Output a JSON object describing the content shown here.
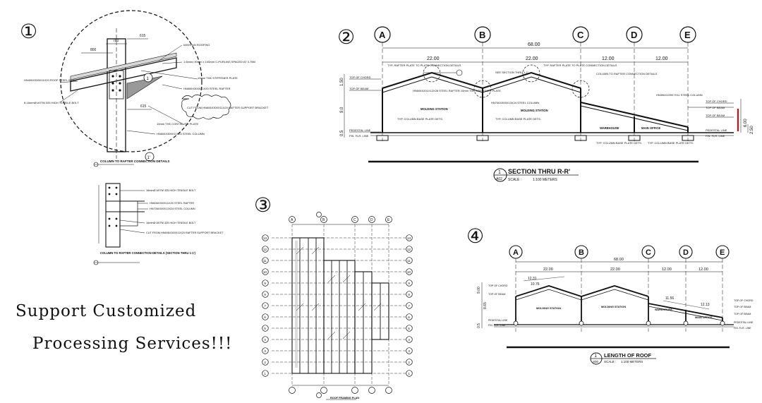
{
  "panel_numbers": {
    "p1": "①",
    "p2": "②",
    "p3": "③",
    "p4": "④"
  },
  "promo": {
    "line1": "Support Customized",
    "line2": "Processing Services!!!"
  },
  "detail1": {
    "dim_615_top": "615",
    "dim_800": "800",
    "dim_780": "780",
    "dim_615_bot": "615",
    "bubble_1": "1",
    "bubble_1p": "1'",
    "labels": {
      "roofing": "k/INSPAN ROOFING",
      "purlin": "1.6mmx 90mm x 100mm C-PURLINS SPACED AT 0.75M",
      "stiffener": "10mm THK STIFFENER PLATE",
      "rafter": "HN606X300X11X20 STEEL RAFTER",
      "rafter_left": "HN406X300X11X20 ROOF STEEL BEAM",
      "bolt_left": "8-16mmØ ASTM 325 HIGH TENSILE BOLT",
      "cloud": "CUT FROM HN606X300X11X20 RAFTER SUPPORT BRACKET",
      "cont_plate": "10mm THK CONTINUITY PLATE",
      "column": "HN606X300X11X24 STEEL COLUMN"
    },
    "title": "COLUMN TO RAFTER CONNECTION DETAILS"
  },
  "detail2": {
    "labels": {
      "bolt1": "16mmØ ASTM 325 HIGH TENSILE BOLT",
      "rafter": "HN606X300X11X20 STEEL RAFTER",
      "column": "HN706X300X13X24 STEEL COLUMN",
      "bolt2": "16mmØ ASTM 325 HIGH TENSILE BOLT",
      "bracket": "CUT FROM HN606X300X11X20 RAFTER SUPPORT BRACKET"
    },
    "title": "COLUMN TO RAFTER CONNECTION DETAILS (SECTION THRU 1-1')"
  },
  "section": {
    "grid": [
      "A",
      "B",
      "C",
      "D",
      "E"
    ],
    "total": "68.00",
    "spans": [
      "22.00",
      "22.00",
      "12.00",
      "12.00"
    ],
    "heights": [
      "1.50",
      "9.0",
      "0.5"
    ],
    "right_heights": [
      "6.00",
      "2.50"
    ],
    "rooms": [
      "MOLDING STATION",
      "MOLDING STATION",
      "WAREHOUSE",
      "MAIN OFFICE"
    ],
    "levels_left": [
      "TOP OF CHORD",
      "TOP OF BEAM",
      "PEDESTAL LINE",
      "FIN. FLR. LINE"
    ],
    "levels_right": [
      "TOP OF CHORD",
      "TOP OF BEAM",
      "TOP OF BEAM",
      "PEDESTAL LINE",
      "FIN. FLR. LINE"
    ],
    "notes": {
      "rafter_plate_1": "TYP. RAFTER PLATE TO PLATE CONNECTION DETAILS",
      "rafter_beam": "HN606X201X12X28 STEEL RAFTER 10mm THK STIFFENER PLATE",
      "see_section": "SEE SECTION THRU 1-1'",
      "steel_col": "HN706X300X13X24 STEEL COLUMN",
      "rafter_plate_2": "TYP. RAFTER PLATE TO PLATE CONNECTION DETAILS",
      "col_rafter": "COLUMN TO RAFTER CONNECTION DETAILS",
      "col_c": "HN396X199X7X11 STEEL COLUMN",
      "base_1": "TYP. COLUMN BASE PLATE DETS.",
      "base_2": "TYP. COLUMN BASE PLATE DETS.",
      "base_3": "TYP. COLUMN BASE PLATE DETS.",
      "base_4": "TYP. COLUMN BASE PLATE DETS."
    },
    "title_num": "1",
    "title_sheet": "A02",
    "title": "SECTION THRU R-R'",
    "scale": "SCALE :",
    "scale_val": "1:100  METERS"
  },
  "plan": {
    "grid_top": [
      "A",
      "B",
      "C",
      "D",
      "E"
    ],
    "grid_rows": [
      "13",
      "12",
      "11",
      "10",
      "9",
      "8",
      "7",
      "6",
      "5",
      "4",
      "3",
      "2",
      "1"
    ],
    "title": "ROOF FRAMING PLAN"
  },
  "length": {
    "grid": [
      "A",
      "B",
      "C",
      "D",
      "E"
    ],
    "total": "68.00",
    "spans": [
      "22.00",
      "22.00",
      "12.00",
      "12.00"
    ],
    "slopes": [
      "12.31",
      "10.76",
      "11.56",
      "12.13"
    ],
    "heights": [
      "9.00",
      "8.65",
      "0.5"
    ],
    "rooms": [
      "MOLDING STATION",
      "MOLDING STATION",
      "WAREHOUSE",
      "MAIN OFFICE"
    ],
    "levels_left": [
      "TOP OF CHORD",
      "TOP OF BEAM",
      "PEDESTAL LINE",
      "FIN. FLR. LINE"
    ],
    "levels_right": [
      "TOP OF CHORD",
      "TOP OF BEAM",
      "TOP OF BEAM",
      "PEDESTAL LINE",
      "FIN. FLR. LINE"
    ],
    "title_num": "1",
    "title_sheet": "S00",
    "title": "LENGTH OF ROOF",
    "scale": "SCALE :",
    "scale_val": "1:100  METERS"
  }
}
